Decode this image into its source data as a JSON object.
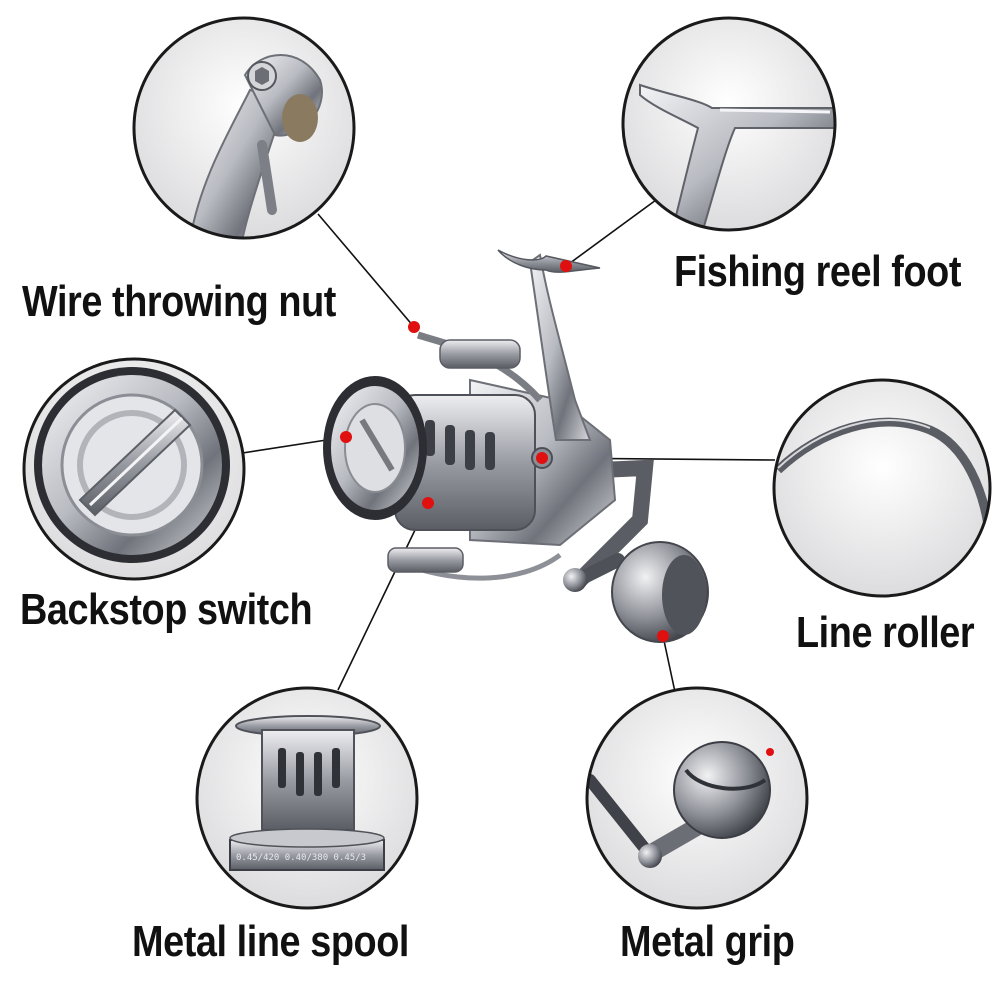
{
  "labels": {
    "wire_throwing_nut": "Wire throwing nut",
    "fishing_reel_foot": "Fishing reel foot",
    "backstop_switch": "Backstop switch",
    "line_roller": "Line roller",
    "metal_line_spool": "Metal line spool",
    "metal_grip": "Metal grip"
  },
  "spool_engraving": "0.45/420  0.40/380  0.45/3",
  "colors": {
    "background": "#ffffff",
    "label_text": "#111111",
    "leader_line": "#111111",
    "marker_dot": "#e01010",
    "circle_border": "#1a1a1a",
    "metal_light": "#e8e8ec",
    "metal_mid": "#a9abb2",
    "metal_dark": "#55585f"
  }
}
